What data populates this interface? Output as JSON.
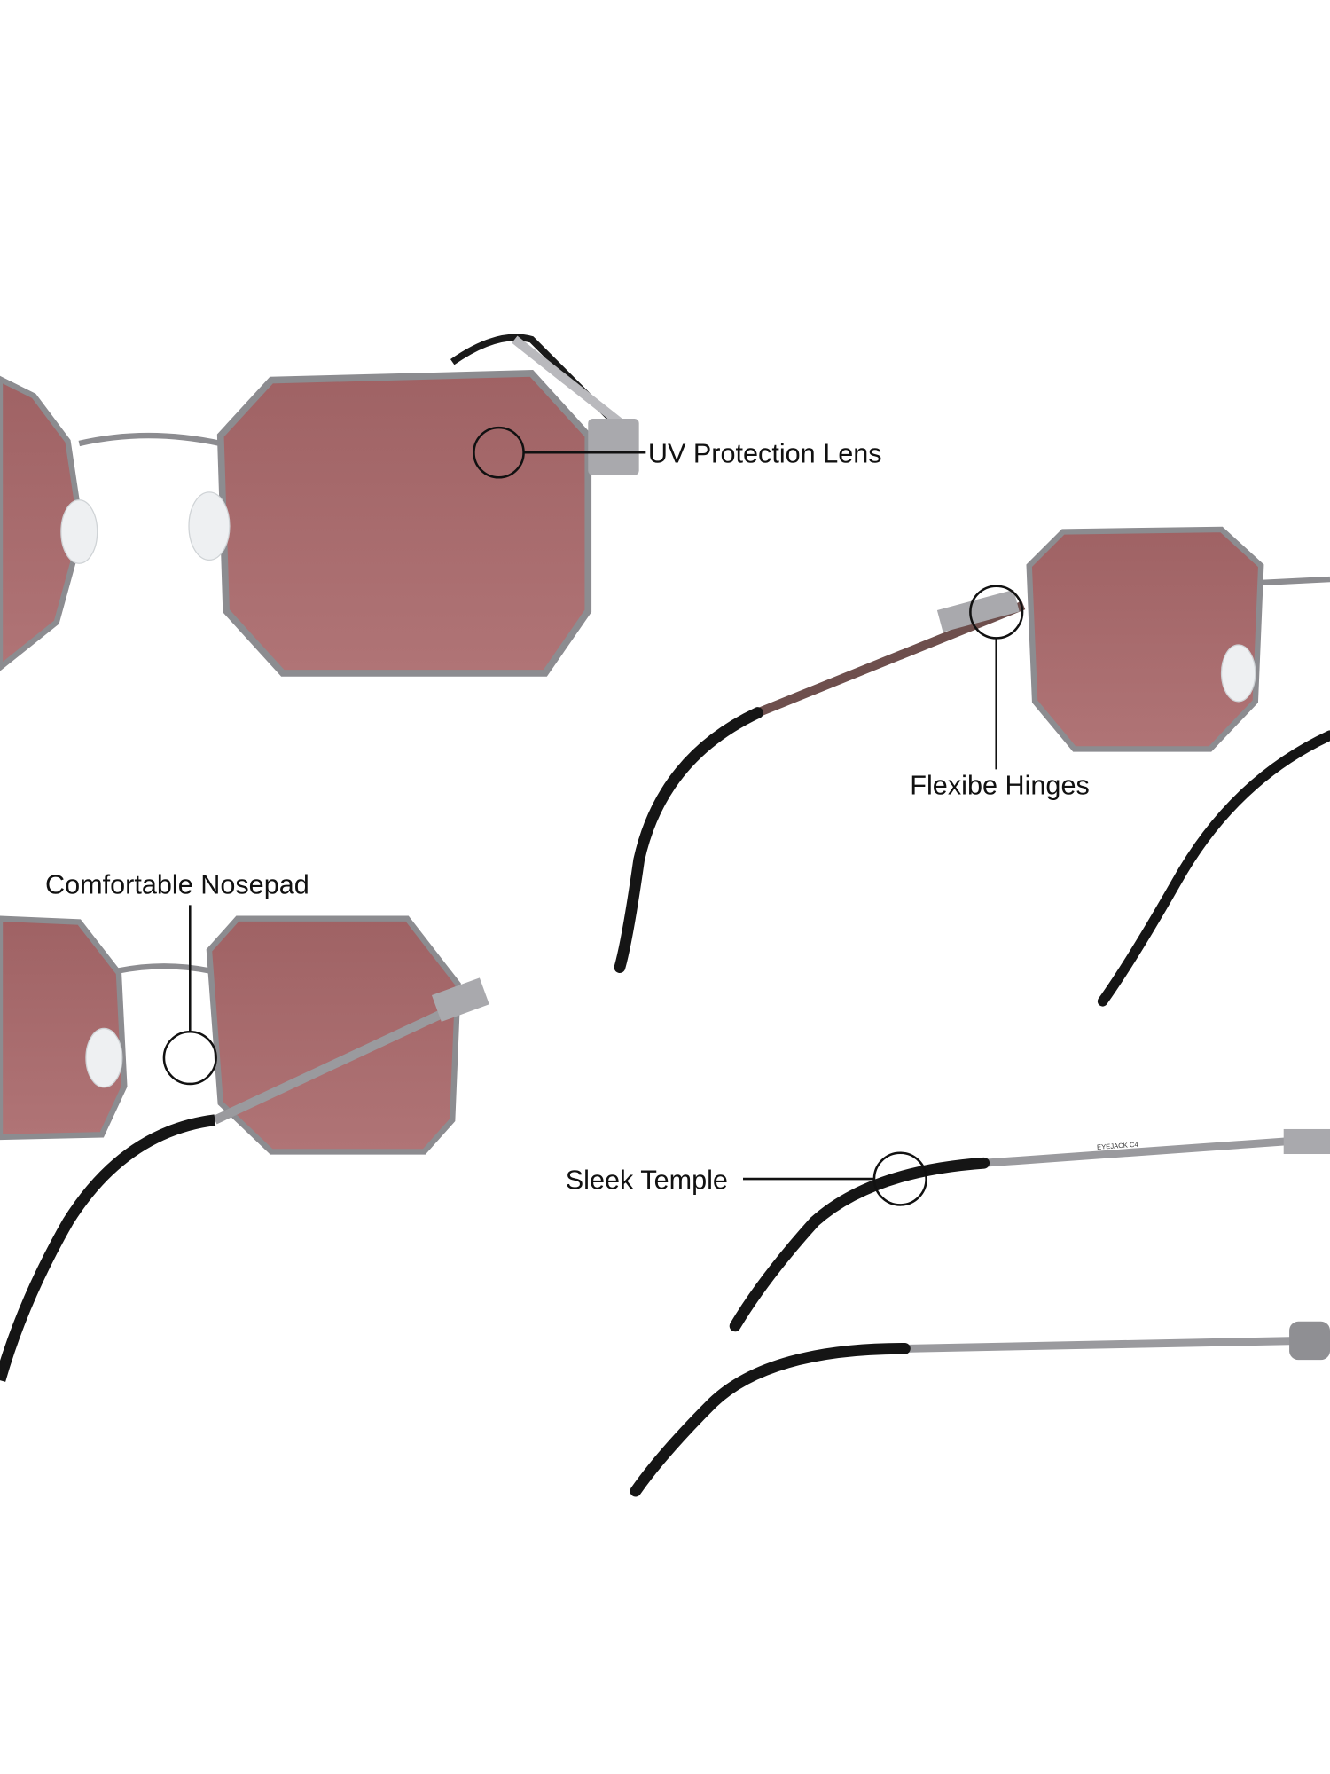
{
  "callouts": {
    "uv_lens": "UV Protection Lens",
    "hinges": "Flexibe Hinges",
    "nosepad": "Comfortable Nosepad",
    "temple": "Sleek Temple"
  },
  "product": {
    "temple_print": "EYEJACK C4"
  },
  "colors": {
    "lens": "#a86b6d",
    "frame": "#8a8a8e",
    "temple_tip": "#151515",
    "background": "#ffffff",
    "callout": "#111111"
  }
}
